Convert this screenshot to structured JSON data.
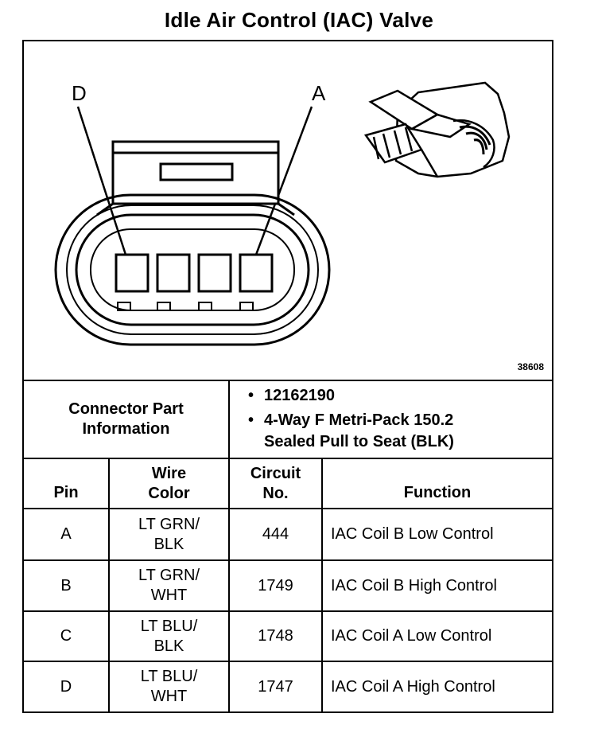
{
  "title": "Idle Air Control (IAC) Valve",
  "diagram": {
    "pin_label_left": "D",
    "pin_label_right": "A",
    "figure_number": "38608",
    "icon_connector_face": "connector-face-icon",
    "icon_connector_3d": "connector-3d-icon"
  },
  "part_info": {
    "label_line1": "Connector Part",
    "label_line2": "Information",
    "bullet_symbol": "•",
    "part_number": "12162190",
    "description_line1": "4-Way F Metri-Pack 150.2",
    "description_line2": "Sealed Pull to Seat (BLK)"
  },
  "table": {
    "headers": {
      "pin": "Pin",
      "wire_line1": "Wire",
      "wire_line2": "Color",
      "circuit_line1": "Circuit",
      "circuit_line2": "No.",
      "function": "Function"
    },
    "rows": [
      {
        "pin": "A",
        "wire_line1": "LT GRN/",
        "wire_line2": "BLK",
        "circuit": "444",
        "function": "IAC Coil B Low Control"
      },
      {
        "pin": "B",
        "wire_line1": "LT GRN/",
        "wire_line2": "WHT",
        "circuit": "1749",
        "function": "IAC Coil B High Control"
      },
      {
        "pin": "C",
        "wire_line1": "LT BLU/",
        "wire_line2": "BLK",
        "circuit": "1748",
        "function": "IAC Coil A Low Control"
      },
      {
        "pin": "D",
        "wire_line1": "LT BLU/",
        "wire_line2": "WHT",
        "circuit": "1747",
        "function": "IAC Coil A High Control"
      }
    ]
  }
}
